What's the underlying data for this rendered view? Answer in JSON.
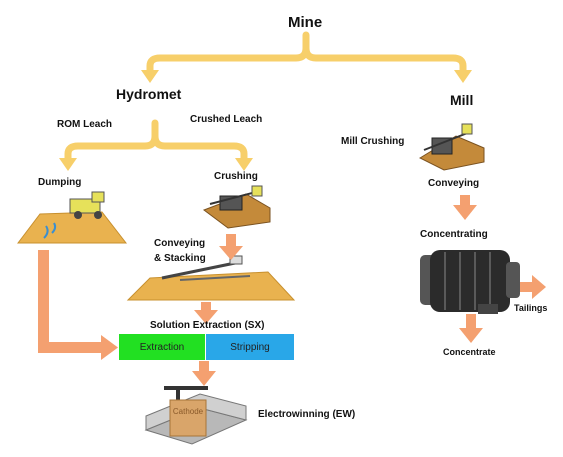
{
  "labels": {
    "mine": "Mine",
    "hydromet": "Hydromet",
    "mill": "Mill",
    "rom_leach": "ROM Leach",
    "crushed_leach": "Crushed Leach",
    "mill_crushing": "Mill Crushing",
    "dumping": "Dumping",
    "crushing": "Crushing",
    "conveying_stacking": "Conveying\n& Stacking",
    "conveying": "Conveying",
    "concentrating": "Concentrating",
    "tailings": "Tailings",
    "concentrate": "Concentrate",
    "sx": "Solution Extraction (SX)",
    "extraction": "Extraction",
    "stripping": "Stripping",
    "cathode": "Cathode",
    "ew": "Electrowinning (EW)"
  },
  "colors": {
    "brace": "#f7cf6a",
    "flow_arrow": "#f4a070",
    "extraction_box": "#22e022",
    "stripping_box": "#29a7e8",
    "heap": "#e9b24f",
    "tank": "#a8a8a8"
  }
}
